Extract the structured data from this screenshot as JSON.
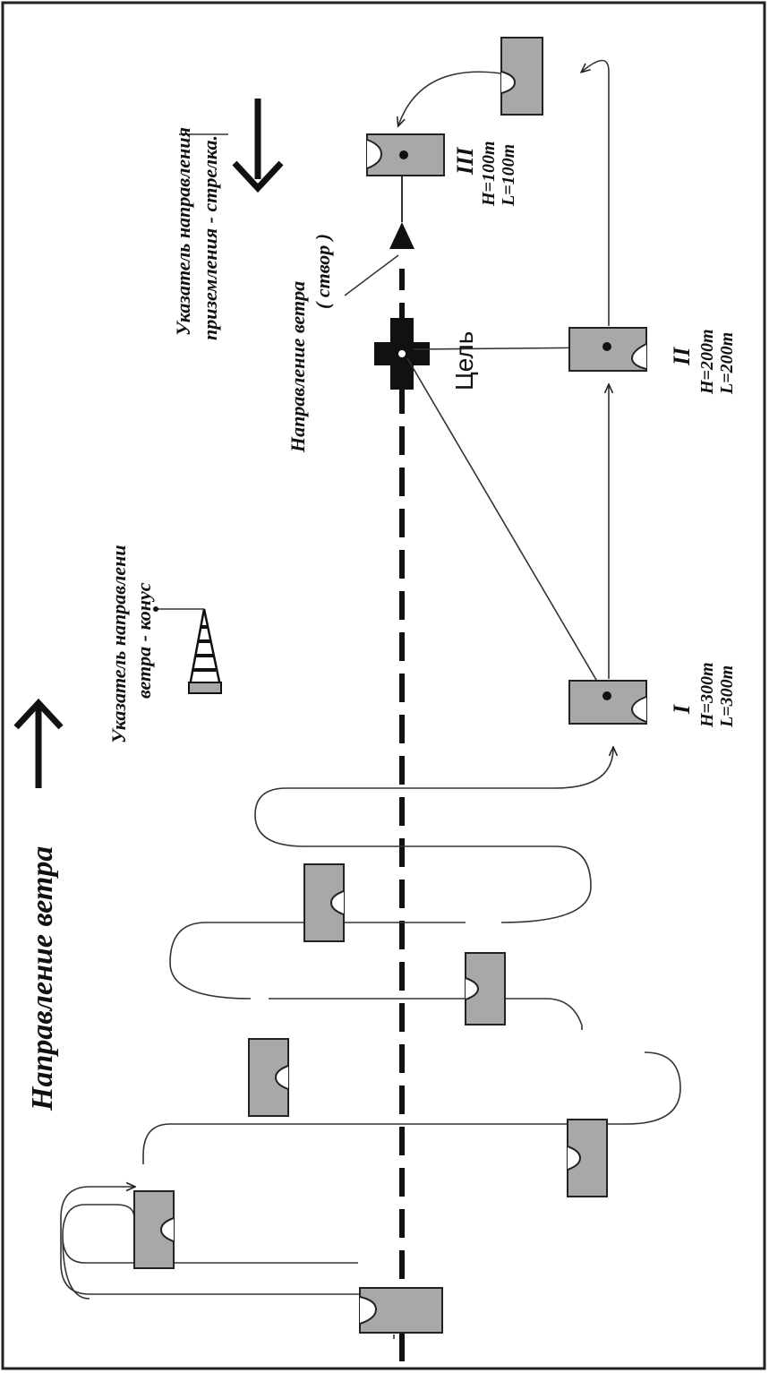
{
  "colors": {
    "background": "#ffffff",
    "frame": "#222222",
    "ink": "#111111",
    "canopy_fill": "#a8a8a8",
    "line": "#333333"
  },
  "labels": {
    "wind_direction": "Направление ветра",
    "wind_cone_line1": "Указатель направлени",
    "wind_cone_line2": "ветра  - конус",
    "landing_indicator_line1": "Указатель направления",
    "landing_indicator_line2": "приземления - стрелка.",
    "wind_alignment_line1": "Направление ветра",
    "wind_alignment_line2": "( створ )",
    "target": "Цель"
  },
  "points": [
    {
      "id": "I",
      "numeral": "I",
      "h_label": "H=300m",
      "l_label": "L=300m"
    },
    {
      "id": "II",
      "numeral": "II",
      "h_label": "H=200m",
      "l_label": "L=200m"
    },
    {
      "id": "III",
      "numeral": "III",
      "h_label": "H=100m",
      "l_label": "L=100m"
    }
  ],
  "icons": {
    "wind_arrow": "arrow-icon",
    "landing_arrow": "arrow-icon",
    "wind_cone": "windsock-icon",
    "target": "cross-target-icon",
    "canopy": "parachute-canopy-icon"
  }
}
